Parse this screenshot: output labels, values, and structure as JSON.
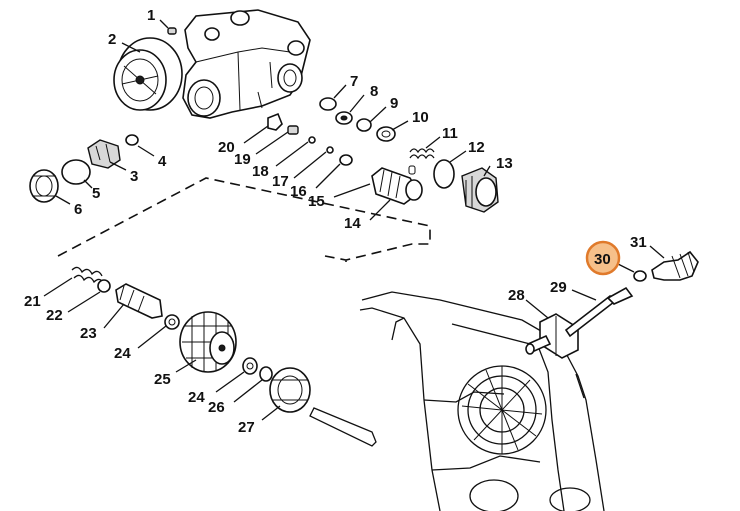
{
  "diagram": {
    "labels": [
      "1",
      "2",
      "3",
      "4",
      "5",
      "6",
      "7",
      "8",
      "9",
      "10",
      "11",
      "12",
      "13",
      "14",
      "15",
      "16",
      "17",
      "18",
      "19",
      "20",
      "21",
      "22",
      "23",
      "24",
      "24",
      "25",
      "26",
      "27",
      "28",
      "29",
      "30",
      "31"
    ],
    "highlight": {
      "label": "30",
      "fill": "#f6c08a",
      "stroke": "#e07a2b"
    }
  }
}
